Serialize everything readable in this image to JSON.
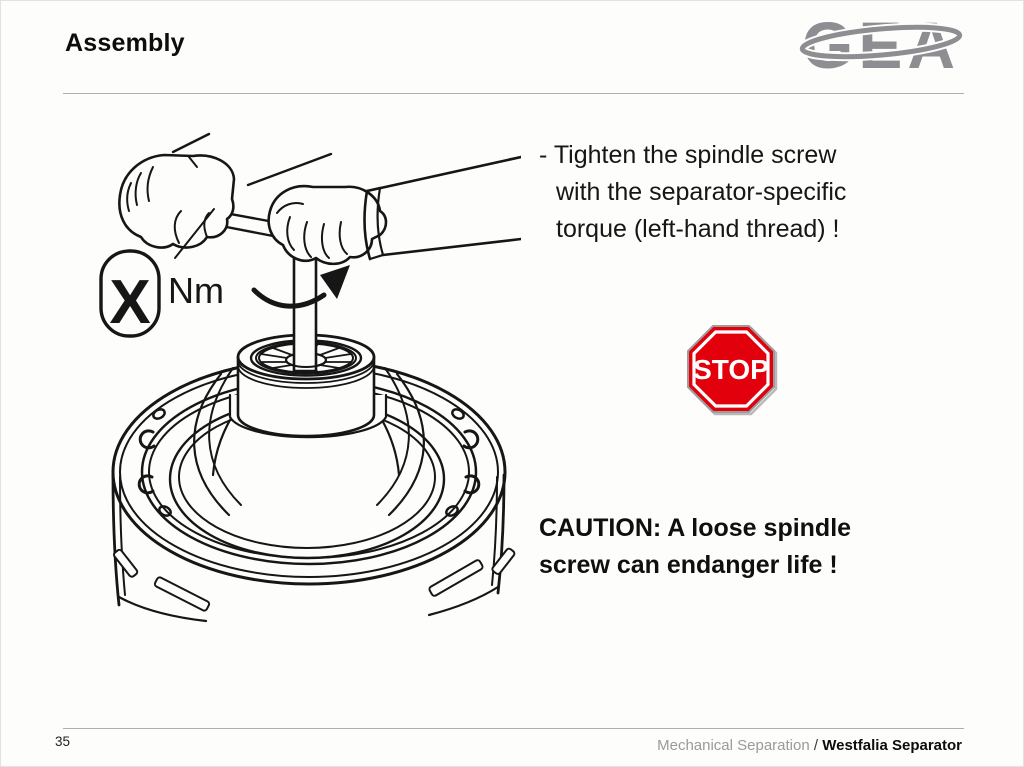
{
  "slide": {
    "title": "Assembly",
    "logo": {
      "text": "GEA",
      "color": "#8e8e92"
    },
    "content": {
      "bullet_text": "- Tighten the spindle screw\nwith the separator-specific\ntorque (left-hand thread) !",
      "caution_text": "CAUTION: A loose spindle\nscrew can endanger life !"
    },
    "illustration": {
      "alt": "line drawing of hands tightening the spindle screw of a separator bowl with a torque wrench",
      "torque_value_label": "X",
      "torque_unit_label": "Nm"
    },
    "stop_sign": {
      "label": "STOP",
      "red": "#e2000c"
    },
    "footer": {
      "page_number": "35",
      "section": "Mechanical Separation",
      "slash": " / ",
      "brand": "Westfalia Separator"
    }
  }
}
